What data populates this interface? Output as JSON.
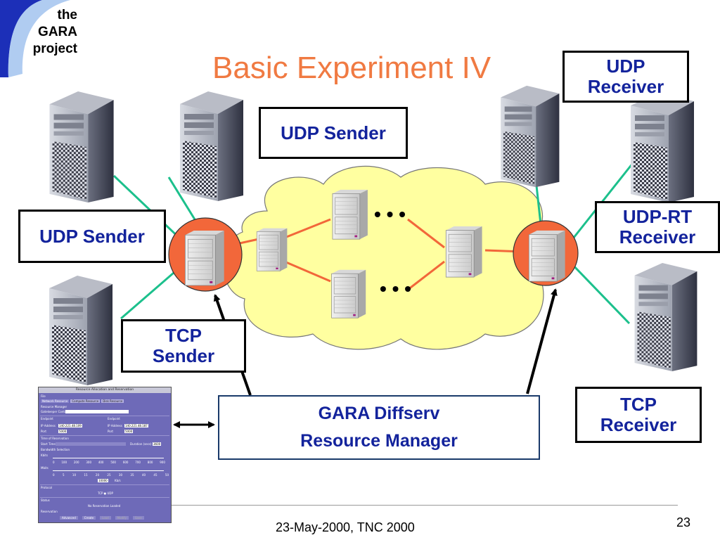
{
  "logo": {
    "line1": "the",
    "line2": "GARA",
    "line3": "project"
  },
  "title": "Basic Experiment IV",
  "labels": {
    "udp_sender_top": "UDP Sender",
    "udp_sender_left": "UDP Sender",
    "tcp_sender_line1": "TCP",
    "tcp_sender_line2": "Sender",
    "udp_receiver_line1": "UDP",
    "udp_receiver_line2": "Receiver",
    "udp_rt_receiver_line1": "UDP-RT",
    "udp_rt_receiver_line2": "Receiver",
    "tcp_receiver_line1": "TCP",
    "tcp_receiver_line2": "Receiver"
  },
  "resource_manager": {
    "line1": "GARA Diffserv",
    "line2": "Resource Manager"
  },
  "ellipsis_top": "• • •",
  "ellipsis_bottom": "• • •",
  "resource_window": {
    "title": "Resource Allocation and Reservation",
    "menu": "File",
    "tabs": [
      "Network Resource",
      "Compute Resource",
      "Disk Resource"
    ],
    "section_manager": "Resource Manager",
    "gatekeeper_label": "Gatekeeper Contact",
    "section_endpoint": "Endpoint",
    "section_endpoint2": "Endpoint",
    "ip_label": "IP Address",
    "ip_left": "140.221.48.109",
    "ip_right": "140.221.48.187",
    "port_label": "Port",
    "port_left": "5000",
    "port_right": "5000",
    "section_time": "Time of Reservation",
    "start_label": "Start Time",
    "duration_label": "Duration (secs)",
    "duration_value": "3600",
    "section_bandwidth": "Bandwidth Selection",
    "kbits_label": "Kbits",
    "kbits_ticks": [
      "0",
      "100",
      "200",
      "300",
      "400",
      "500",
      "600",
      "700",
      "800",
      "900"
    ],
    "mbits_label": "Mbits",
    "mbits_ticks": [
      "0",
      "5",
      "10",
      "15",
      "20",
      "25",
      "30",
      "35",
      "40",
      "45",
      "50"
    ],
    "bw_value": "10000",
    "bw_unit": "Kb/s",
    "section_protocol": "Protocol",
    "protocol_options": "TCP   ● UDP",
    "section_status": "Status",
    "status_text": "No Reservation Loaded",
    "section_reservation": "Reservation",
    "buttons": [
      "Advanced",
      "Create",
      "Load",
      "Modify",
      "Save"
    ]
  },
  "footer": {
    "date": "23-May-2000, TNC 2000",
    "page": "23"
  },
  "colors": {
    "title": "#f07a42",
    "label_text": "#13239c",
    "cloud_fill": "#ffffa0",
    "edge_router_fill": "#f2673a",
    "link_color": "#f2673a",
    "access_link_color": "#1cc08c",
    "logo_swoosh": "#1c2fb8"
  }
}
